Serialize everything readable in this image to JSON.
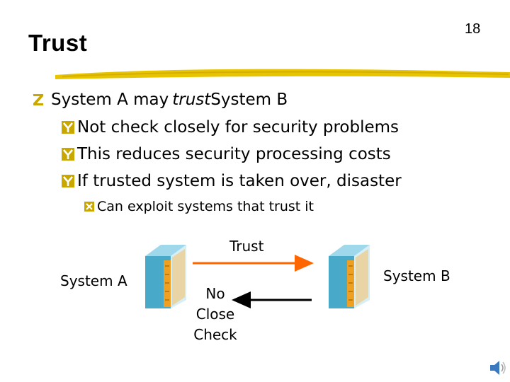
{
  "slide": {
    "title": "Trust",
    "number": "18"
  },
  "bullets": {
    "level1": {
      "text_before": "System A may ",
      "emphasis": "trust",
      "text_after": " System B"
    },
    "level2": [
      "Not check closely for security problems",
      "This reduces security processing costs",
      "If trusted system is taken over, disaster"
    ],
    "level3": [
      "Can exploit systems that trust it"
    ]
  },
  "diagram": {
    "trust_label": "Trust",
    "system_a_label": "System A",
    "system_b_label": "System B",
    "no_close_check_lines": [
      "No",
      "Close",
      "Check"
    ]
  },
  "colors": {
    "bullet_marker": "#c8a800",
    "underline": "#e8c400",
    "trust_arrow": "#ff6600",
    "check_arrow": "#000000",
    "server_body": "#49a9c8",
    "server_front": "#f0a020"
  }
}
